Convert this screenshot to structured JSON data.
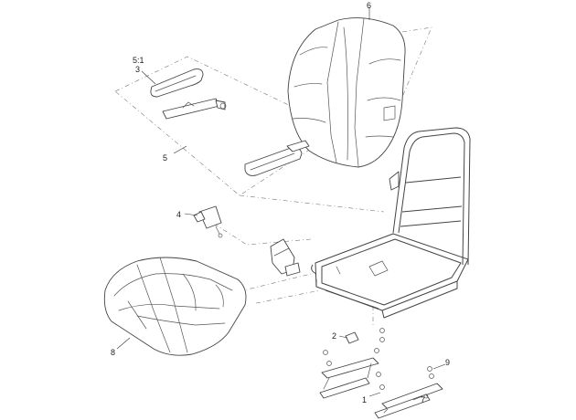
{
  "callouts": {
    "c6": "6",
    "c51": "5:1",
    "c3": "3",
    "c5": "5",
    "c4": "4",
    "c2": "2",
    "c8": "8",
    "c9": "9",
    "c1": "1",
    "c7": "7"
  },
  "colors": {
    "line": "#444444",
    "background": "#ffffff"
  }
}
